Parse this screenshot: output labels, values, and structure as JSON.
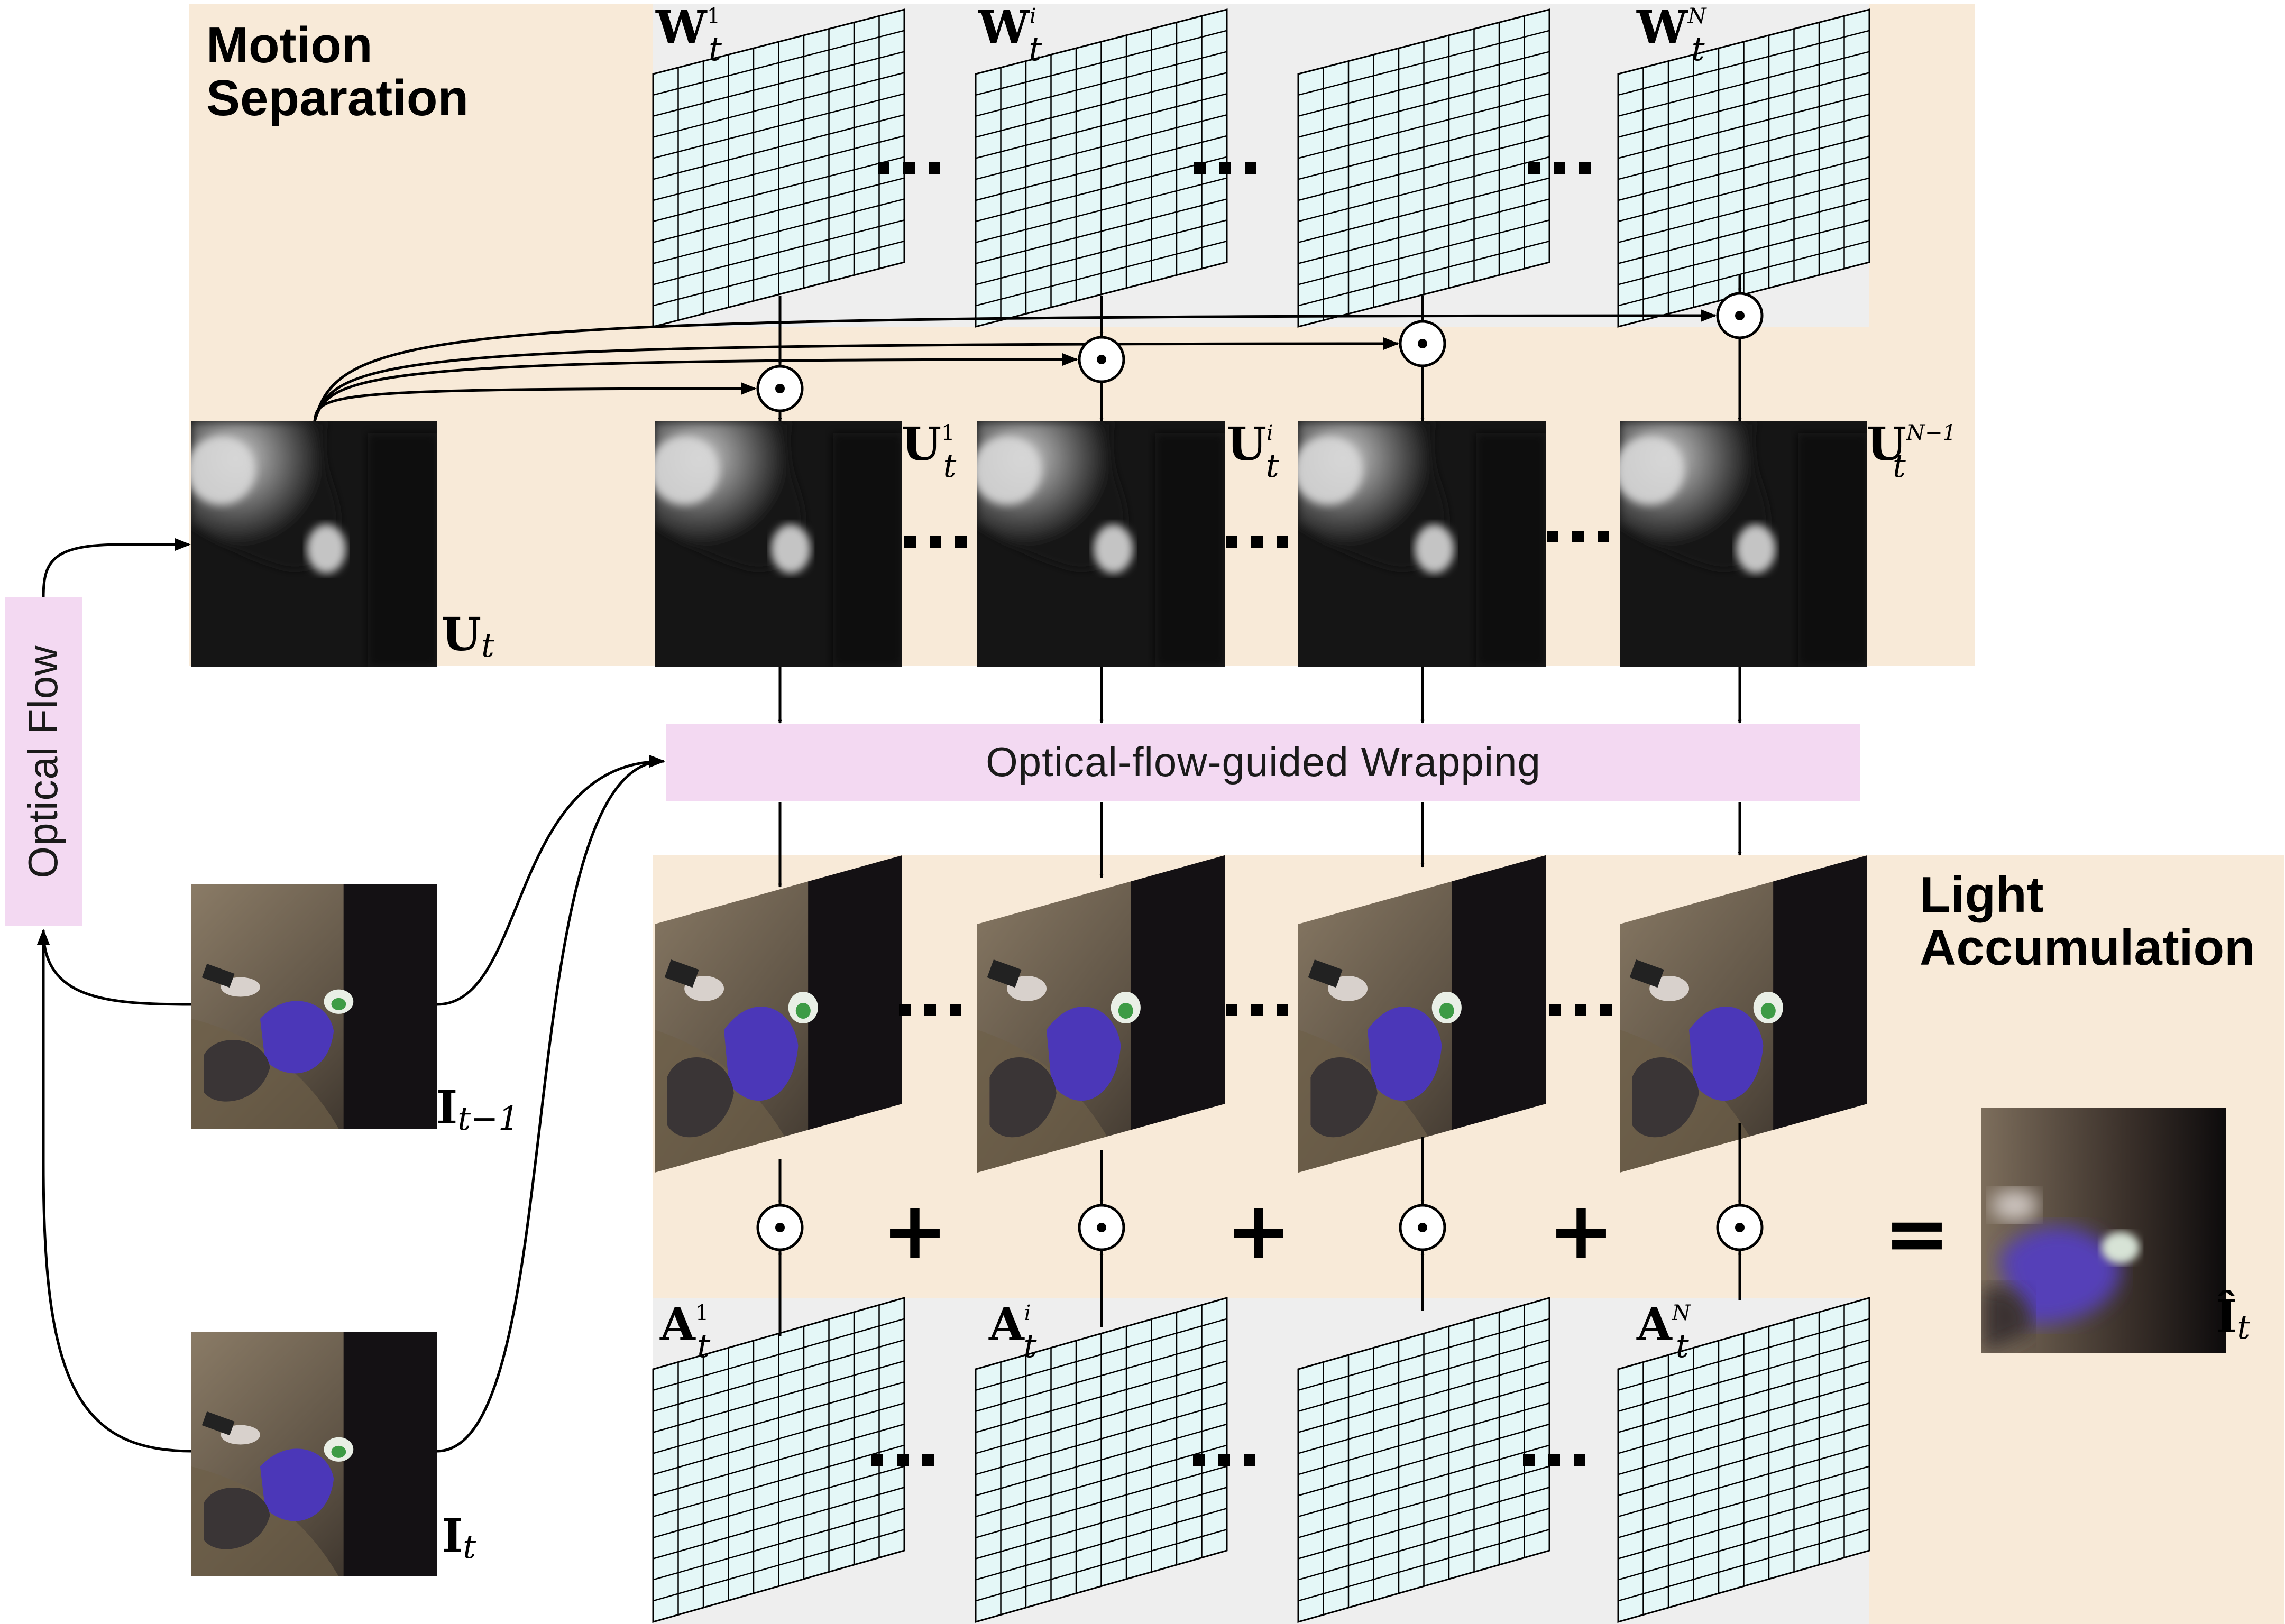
{
  "sections": {
    "motion_separation": [
      "Motion",
      "Separation"
    ],
    "light_accumulation": [
      "Light",
      "Accumulation"
    ]
  },
  "optical_flow_label": "Optical Flow",
  "wrapping_label": "Optical-flow-guided Wrapping",
  "labels": {
    "W": [
      "1",
      "i",
      "N"
    ],
    "U_sup": [
      "1",
      "i",
      "N−1"
    ],
    "A": [
      "1",
      "i",
      "N"
    ],
    "U_t": "U",
    "I_prev": "I",
    "I_curr": "I",
    "I_hat": "Î",
    "sub_t": "t",
    "sub_t_minus": "t−1"
  },
  "operators": {
    "plus": "+",
    "equals": "=",
    "hadamard": "⊙",
    "ellipsis": "···"
  },
  "colors": {
    "section_bg": "#f8ead8",
    "grid_bg": "#eeeeee",
    "grid_fill": "#e4f7f7",
    "wrap_box": "#f3d9f2"
  }
}
